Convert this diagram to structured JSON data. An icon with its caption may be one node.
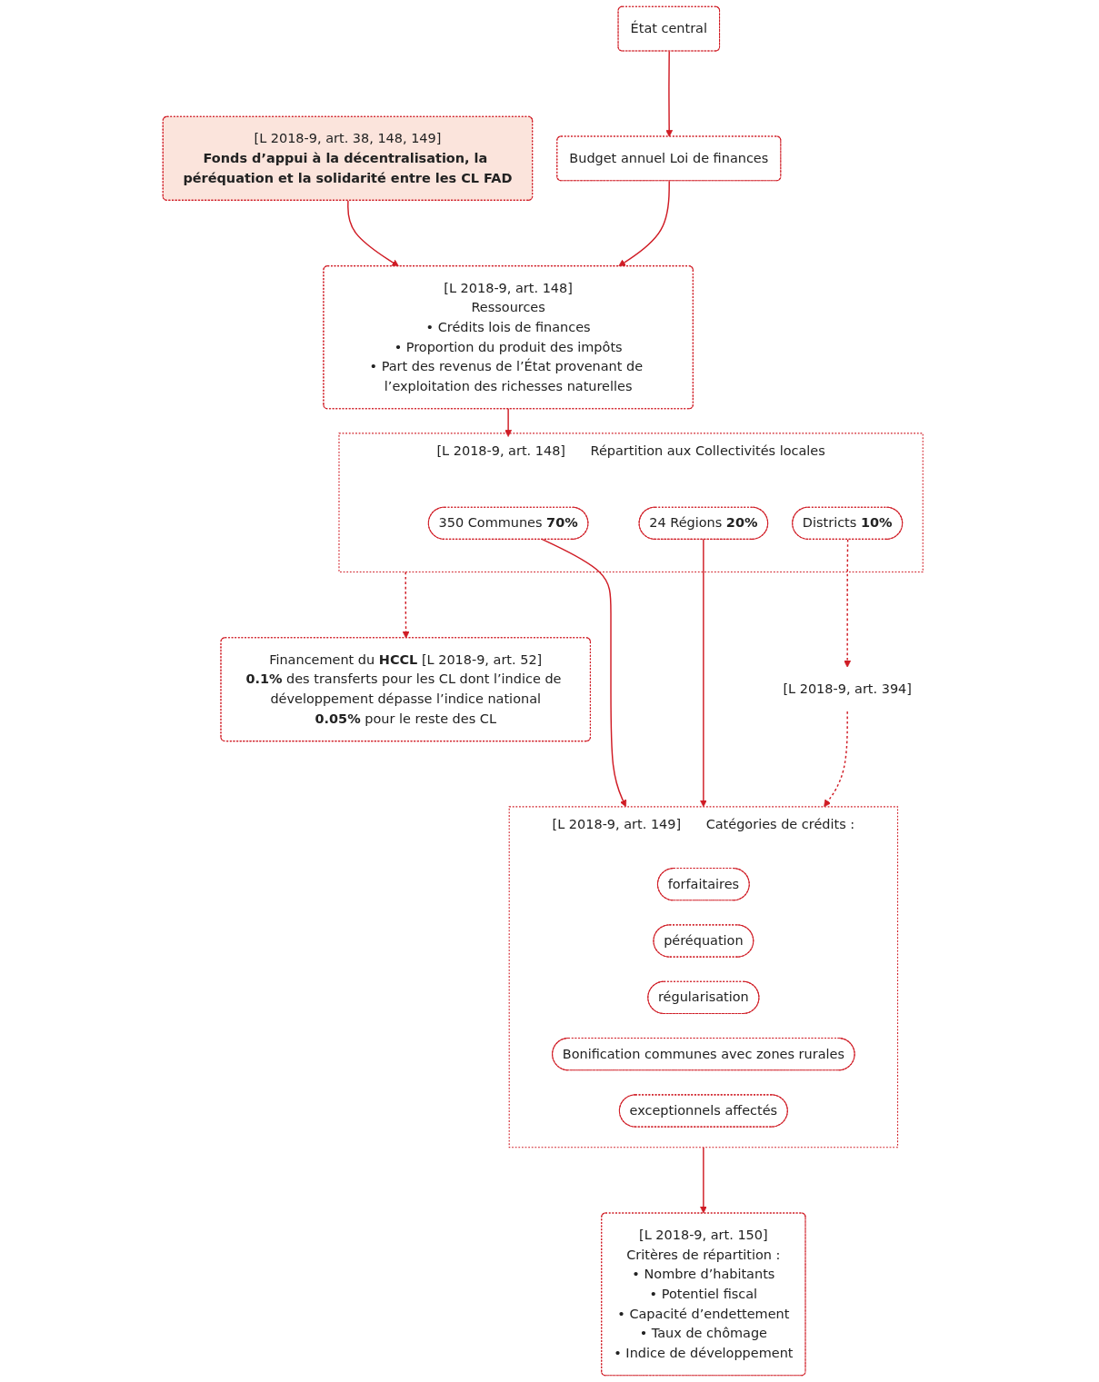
{
  "diagram": {
    "nodes": [
      {
        "text": [
          "État central"
        ]
      },
      {
        "text": [
          "[L 2018-9, art. 38, 148, 149]",
          "Fonds d’appui à la décentralisation, la péréquation et la solidarité entre les CL FAD"
        ]
      },
      {
        "text": [
          "Budget annuel Loi de finances"
        ]
      },
      {
        "text": [
          "[L 2018-9, art. 148]",
          "Ressources",
          "• Crédits lois de finances",
          "• Proportion du produit des impôts",
          "• Part des revenus de l’État provenant de l’exploitation des richesses naturelles"
        ]
      },
      {
        "text": [
          "[L 2018-9, art. 148]",
          "Répartition aux Collectivités locales"
        ]
      },
      {
        "text": [
          "350 Communes **70%**"
        ],
        "in": 4
      },
      {
        "text": [
          "24 Régions **20%**"
        ],
        "in": 4
      },
      {
        "text": [
          "Districts **10%**"
        ],
        "in": 4
      },
      {
        "text": [
          "[L 2018-9, art. 149]",
          "Catégories de crédits :"
        ]
      },
      {
        "text": [
          "forfaitaires"
        ],
        "in": 8
      },
      {
        "text": [
          "péréquation"
        ],
        "in": 8
      },
      {
        "text": [
          "régularisation"
        ],
        "in": 8
      },
      {
        "text": [
          "Bonification communes avec zones rurales"
        ],
        "in": 8
      },
      {
        "text": [
          "exceptionnels affectés"
        ],
        "in": 8
      },
      {
        "text": [
          "[L 2018-9, art. 150]",
          "Critères de répartition :",
          "• Nombre d’habitants",
          "• Potentiel fiscal",
          "• Capacité d’endettement",
          "• Taux de chômage",
          "• Indice de développement"
        ]
      },
      {
        "text": [
          "Financement du **HCCL** [L 2018-9, art. 52]",
          "**0.1%** des transferts pour les CL dont l’indice de développement dépasse l’indice national",
          "**0.05%** pour le reste des CL"
        ]
      },
      {
        "text": [
          "[L 2018-9, art. 394]"
        ]
      }
    ],
    "edges": [
      {
        "from": 0,
        "to": 2,
        "arrow": "to"
      },
      {
        "from": 1,
        "to": 3,
        "arrow": "to"
      },
      {
        "from": 2,
        "to": 3,
        "arrow": "to"
      },
      {
        "from": 3,
        "to": 4,
        "arrow": "to"
      },
      {
        "from": 5,
        "to": 8,
        "arrow": "to"
      },
      {
        "from": 6,
        "to": 8,
        "arrow": "to"
      },
      {
        "from": 7,
        "to": 16,
        "arrow": "to",
        "style": "dashed"
      },
      {
        "from": 16,
        "to": 8,
        "arrow": "to",
        "style": "dashed"
      },
      {
        "from": 8,
        "to": 14,
        "arrow": "to"
      },
      {
        "from": 4,
        "to": 15,
        "arrow": "to",
        "style": "dashed"
      }
    ]
  }
}
